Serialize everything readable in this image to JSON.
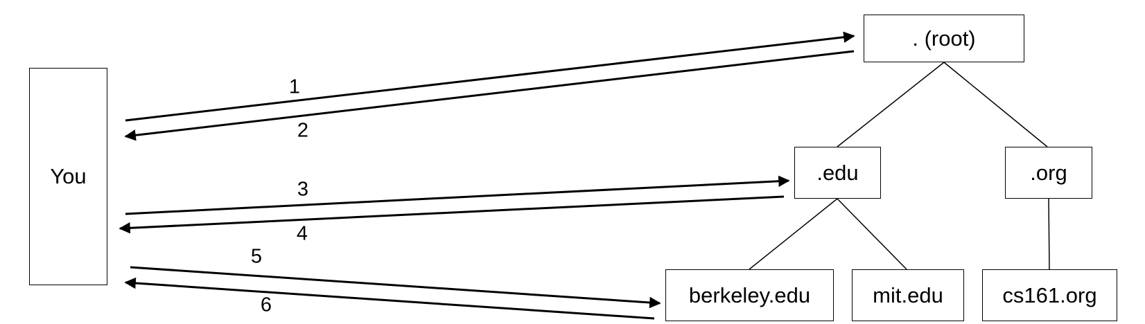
{
  "nodes": {
    "you": "You",
    "root": ". (root)",
    "edu": ".edu",
    "org": ".org",
    "berkeley": "berkeley.edu",
    "mit": "mit.edu",
    "cs161": "cs161.org"
  },
  "steps": [
    "1",
    "2",
    "3",
    "4",
    "5",
    "6"
  ]
}
